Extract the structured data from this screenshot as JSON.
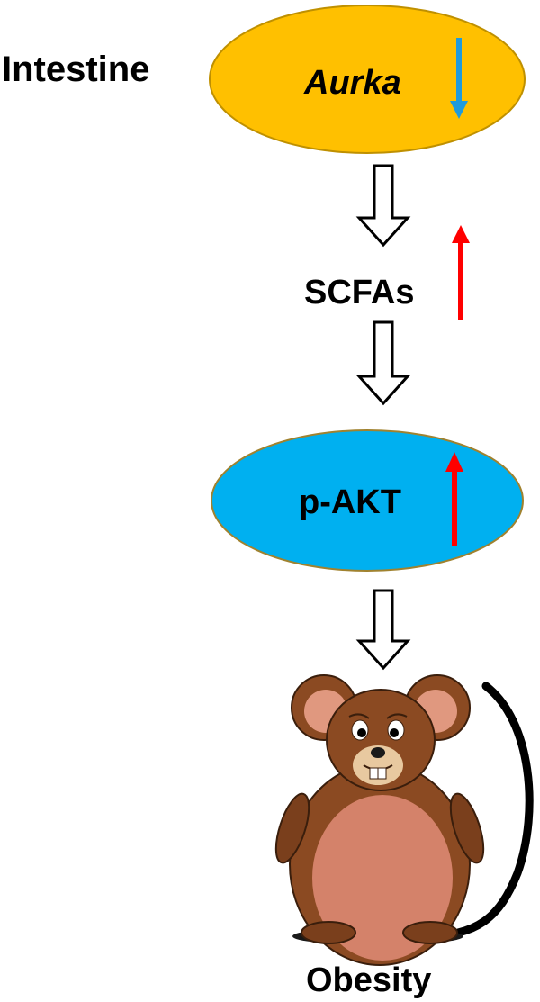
{
  "labels": {
    "intestine": "Intestine",
    "aurka": "Aurka",
    "scfas": "SCFAs",
    "pakt": "p-AKT",
    "obesity": "Obesity"
  },
  "colors": {
    "aurka_fill": "#FFC000",
    "aurka_stroke": "#BF9000",
    "pakt_fill": "#00B0F0",
    "pakt_stroke": "#A0822F",
    "down_arrow": "#1F9BDE",
    "up_arrow": "#FF0000",
    "flow_arrow": "#000000"
  }
}
